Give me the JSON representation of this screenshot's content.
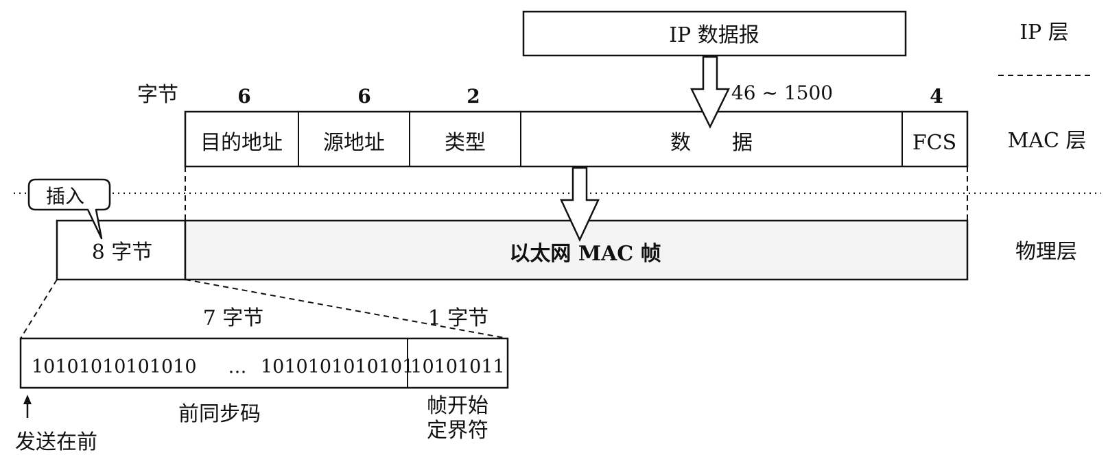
{
  "ip_datagram_label": "IP 数据报",
  "layers": {
    "ip": "IP 层",
    "mac": "MAC 层",
    "physical": "物理层"
  },
  "bytes_label": "字节",
  "mac_fields": [
    {
      "label": "目的地址",
      "size": "6"
    },
    {
      "label": "源地址",
      "size": "6"
    },
    {
      "label": "类型",
      "size": "2"
    },
    {
      "label": "数　　据",
      "size": "46 ~ 1500"
    },
    {
      "label": "FCS",
      "size": "4"
    }
  ],
  "insert_callout": "插入",
  "physical": {
    "preamble_block": "8 字节",
    "frame_block": "以太网 MAC 帧"
  },
  "preamble": {
    "part1_size": "7 字节",
    "part2_size": "1 字节",
    "part1_bits_a": "10101010101010",
    "ellipsis": "…",
    "part1_bits_b": "1010101010101",
    "part2_bits": "10101011",
    "part1_name": "前同步码",
    "part2_name_line1": "帧开始",
    "part2_name_line2": "定界符",
    "send_first": "发送在前"
  }
}
